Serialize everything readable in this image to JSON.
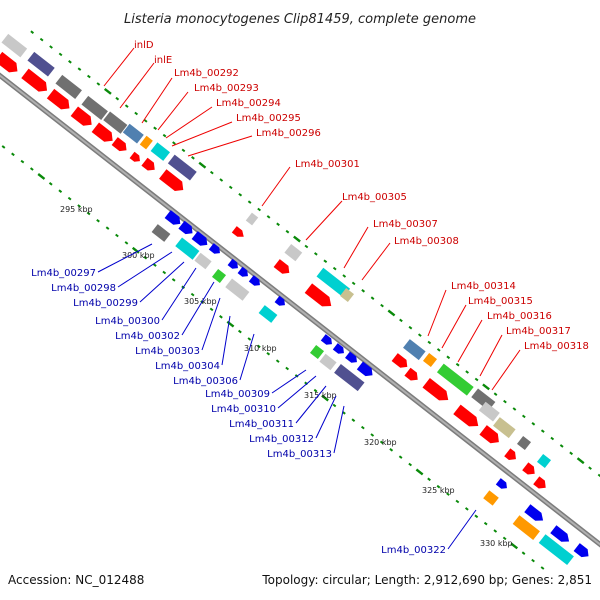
{
  "title": "Listeria monocytogenes Clip81459, complete genome",
  "footer": {
    "accession": "Accession: NC_012488",
    "topology": "Topology: circular; Length: 2,912,690 bp; Genes: 2,851"
  },
  "colors": {
    "backbone": "#909090",
    "tick": "#0a8a0a",
    "red": "#ff0000",
    "blue": "#0000ee",
    "cyan": "#00d0d0",
    "gray": "#707070",
    "lightgray": "#c8c8c8",
    "navy": "#505090",
    "steel": "#5080b0",
    "orange": "#ff9900",
    "green": "#33cc33",
    "khaki": "#c8c090"
  },
  "scale_labels": [
    "295 kbp",
    "300 kbp",
    "305 kbp",
    "310 kbp",
    "315 kbp",
    "320 kbp",
    "325 kbp",
    "330 kbp"
  ],
  "genes_forward": [
    "inlD",
    "inlE",
    "Lm4b_00292",
    "Lm4b_00293",
    "Lm4b_00294",
    "Lm4b_00295",
    "Lm4b_00296",
    "Lm4b_00301",
    "Lm4b_00305",
    "Lm4b_00307",
    "Lm4b_00308",
    "Lm4b_00314",
    "Lm4b_00315",
    "Lm4b_00316",
    "Lm4b_00317",
    "Lm4b_00318"
  ],
  "genes_reverse": [
    "Lm4b_00297",
    "Lm4b_00298",
    "Lm4b_00299",
    "Lm4b_00300",
    "Lm4b_00302",
    "Lm4b_00303",
    "Lm4b_00304",
    "Lm4b_00306",
    "Lm4b_00309",
    "Lm4b_00310",
    "Lm4b_00311",
    "Lm4b_00312",
    "Lm4b_00313",
    "Lm4b_00322"
  ]
}
